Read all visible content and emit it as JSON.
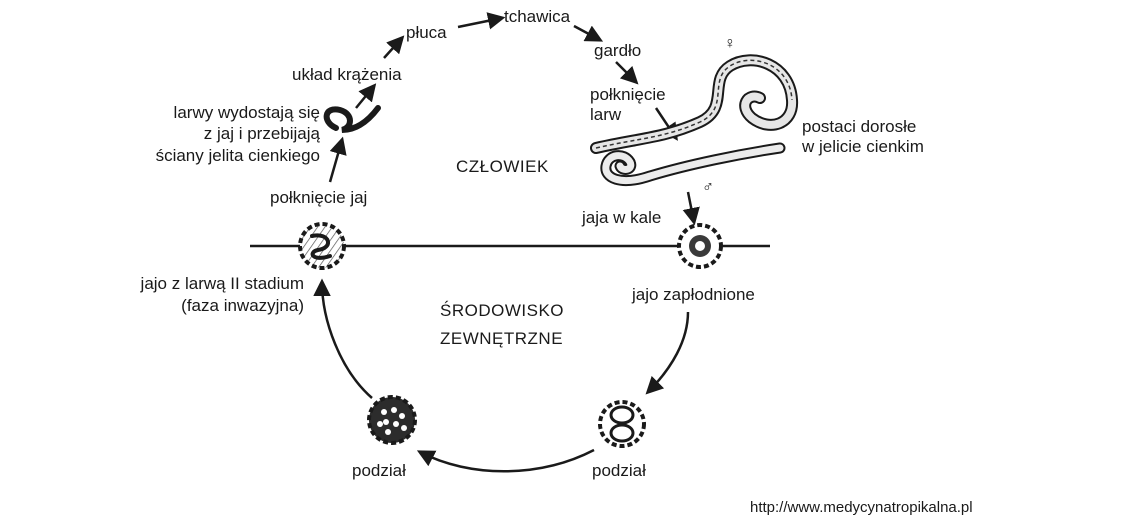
{
  "labels": {
    "pluca": "płuca",
    "tchawica": "tchawica",
    "uklad": "układ krążenia",
    "gardlo": "gardło",
    "polkniecie_larw_1": "połknięcie",
    "polkniecie_larw_2": "larw",
    "larwy_1": "larwy wydostają się",
    "larwy_2": "z jaj i przebijają",
    "larwy_3": "ściany jelita cienkiego",
    "postaci_1": "postaci dorosłe",
    "postaci_2": "w jelicie cienkim",
    "female_symbol": "♀",
    "male_symbol": "♂",
    "polkniecie_jaj": "połknięcie jaj",
    "jaja_w_kale": "jaja w kale",
    "jajo_zaplodnione": "jajo zapłodnione",
    "jajo_larwa_1": "jajo z larwą II stadium",
    "jajo_larwa_2": "(faza inwazyjna)",
    "podzial_left": "podział",
    "podzial_right": "podział"
  },
  "sections": {
    "human": "CZŁOWIEK",
    "env_1": "ŚRODOWISKO",
    "env_2": "ZEWNĘTRZNE"
  },
  "credit": "http://www.medycynatropikalna.pl"
}
